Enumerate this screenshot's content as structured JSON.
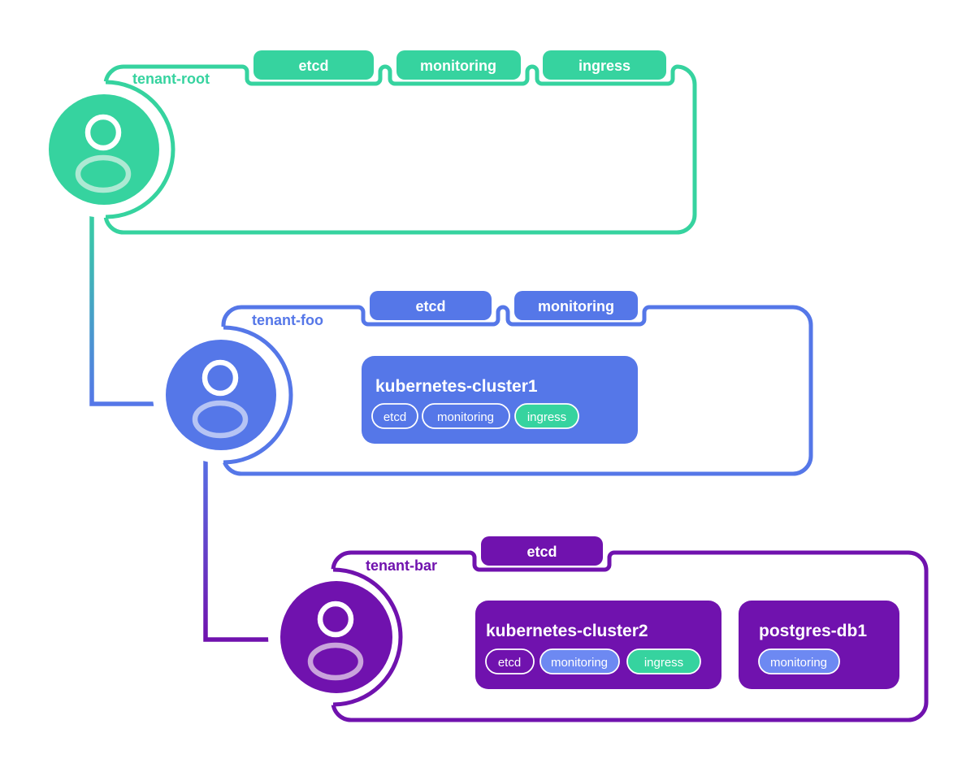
{
  "colors": {
    "green": "#36D39F",
    "green_light": "#ADE9D3",
    "blue": "#5577E8",
    "blue_light": "#B6C4F4",
    "chip_blue": "#6D89F2",
    "purple": "#7012AE",
    "purple_light": "#C9A3DC",
    "chip_border": "#FFFFFF",
    "background": "#FFFFFF"
  },
  "tenants": [
    {
      "name": "tenant-root",
      "color": "#36D39F",
      "tabs": [
        "etcd",
        "monitoring",
        "ingress"
      ],
      "resources": []
    },
    {
      "name": "tenant-foo",
      "color": "#5577E8",
      "tabs": [
        "etcd",
        "monitoring"
      ],
      "resources": [
        {
          "name": "kubernetes-cluster1",
          "chips": [
            {
              "label": "etcd",
              "variant": "outline"
            },
            {
              "label": "monitoring",
              "variant": "outline"
            },
            {
              "label": "ingress",
              "variant": "green"
            }
          ]
        }
      ]
    },
    {
      "name": "tenant-bar",
      "color": "#7012AE",
      "tabs": [
        "etcd"
      ],
      "resources": [
        {
          "name": "kubernetes-cluster2",
          "chips": [
            {
              "label": "etcd",
              "variant": "outline"
            },
            {
              "label": "monitoring",
              "variant": "blue"
            },
            {
              "label": "ingress",
              "variant": "green"
            }
          ]
        },
        {
          "name": "postgres-db1",
          "chips": [
            {
              "label": "monitoring",
              "variant": "blue"
            }
          ]
        }
      ]
    }
  ],
  "connectors": [
    {
      "from": "tenant-root",
      "to": "tenant-foo",
      "gradient": [
        "#36D39F",
        "#5577E8"
      ]
    },
    {
      "from": "tenant-foo",
      "to": "tenant-bar",
      "gradient": [
        "#5577E8",
        "#7012AE"
      ]
    }
  ]
}
